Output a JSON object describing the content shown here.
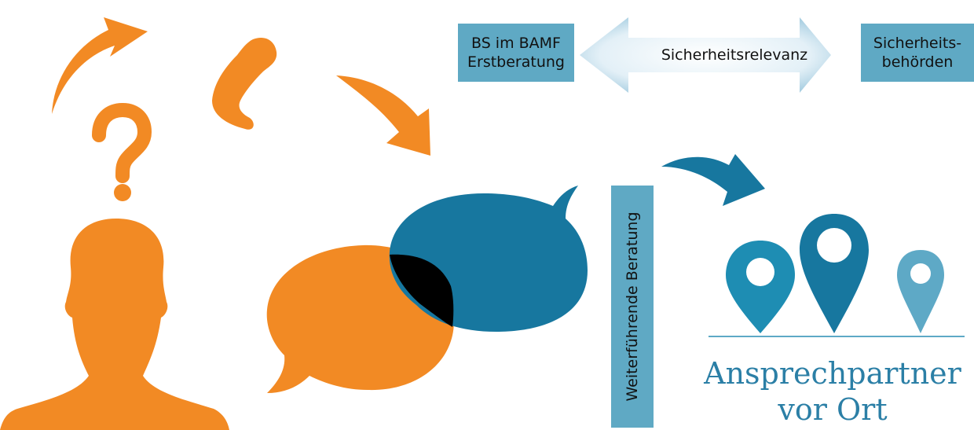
{
  "boxes": {
    "bamf": {
      "line1": "BS im BAMF",
      "line2": "Erstberatung"
    },
    "security": {
      "line1": "Sicherheits-",
      "line2": "behörden"
    }
  },
  "double_arrow": {
    "label": "Sicherheitsrelevanz"
  },
  "vertical_bar": {
    "label": "Weiterführende Beratung"
  },
  "local_contacts": {
    "line1": "Ansprechpartner",
    "line2": "vor Ort"
  },
  "colors": {
    "orange": "#f28a24",
    "dark_blue": "#17779f",
    "mid_blue": "#1e8db3",
    "light_blue": "#5ea9c6",
    "box_blue": "#5fa9c4",
    "overlap": "#000000"
  },
  "icons": [
    "person-silhouette-icon",
    "question-mark-icon",
    "curved-arrow-icon",
    "phone-icon",
    "speech-bubble-icon",
    "map-pin-icon"
  ]
}
